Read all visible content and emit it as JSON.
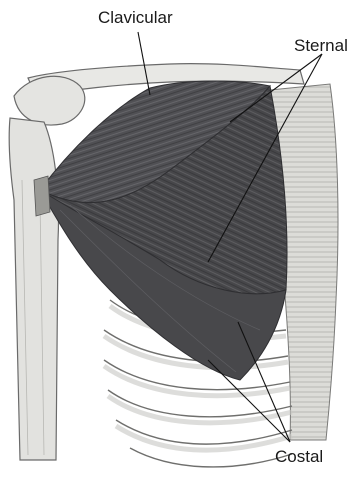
{
  "labels": {
    "clavicular": "Clavicular",
    "sternal": "Sternal",
    "costal": "Costal"
  },
  "colors": {
    "muscle": "#4f4f52",
    "muscle_dark": "#3a3a3d",
    "bone": "#e6e6e3",
    "bone_line": "#6a6a6a",
    "leader": "#111111"
  },
  "illustration": {
    "subject": "pectoralis-major-muscle"
  }
}
